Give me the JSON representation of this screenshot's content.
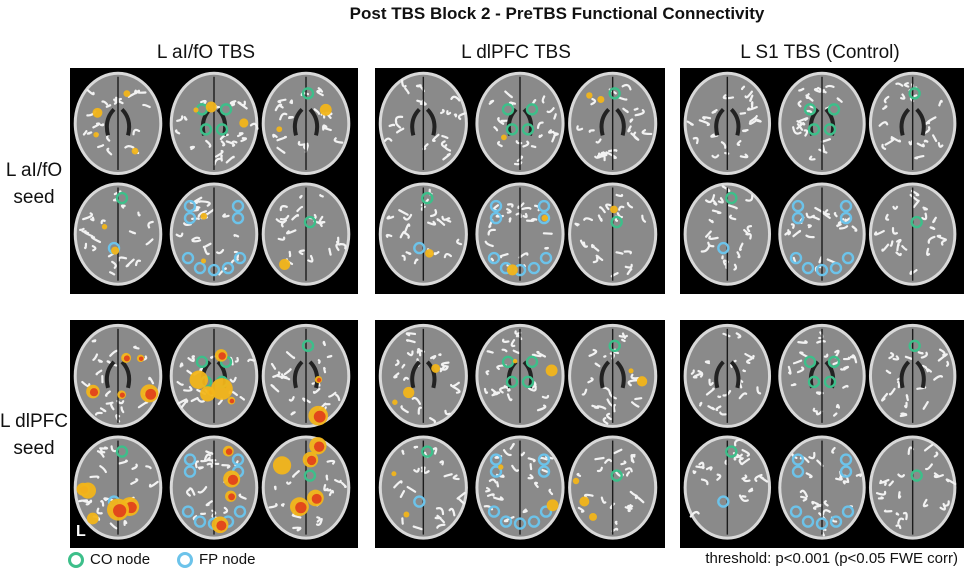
{
  "title": "Post TBS Block 2 - PreTBS Functional Connectivity",
  "columns": [
    "L aI/fO TBS",
    "L dlPFC TBS",
    "L S1 TBS (Control)"
  ],
  "rows": [
    {
      "line1": "L aI/fO",
      "line2": "seed"
    },
    {
      "line1": "L dlPFC",
      "line2": "seed"
    }
  ],
  "side_marker": "L",
  "legend": {
    "co": {
      "label": "CO node",
      "color": "#3dbf8a"
    },
    "fp": {
      "label": "FP node",
      "color": "#6cc3ea"
    }
  },
  "threshold": "threshold: p<0.001 (p<0.05 FWE corr)",
  "activation_level": {
    "aifo_seed": [
      "medium",
      "low",
      "none"
    ],
    "dlpfc_seed": [
      "high",
      "medium",
      "none"
    ]
  }
}
